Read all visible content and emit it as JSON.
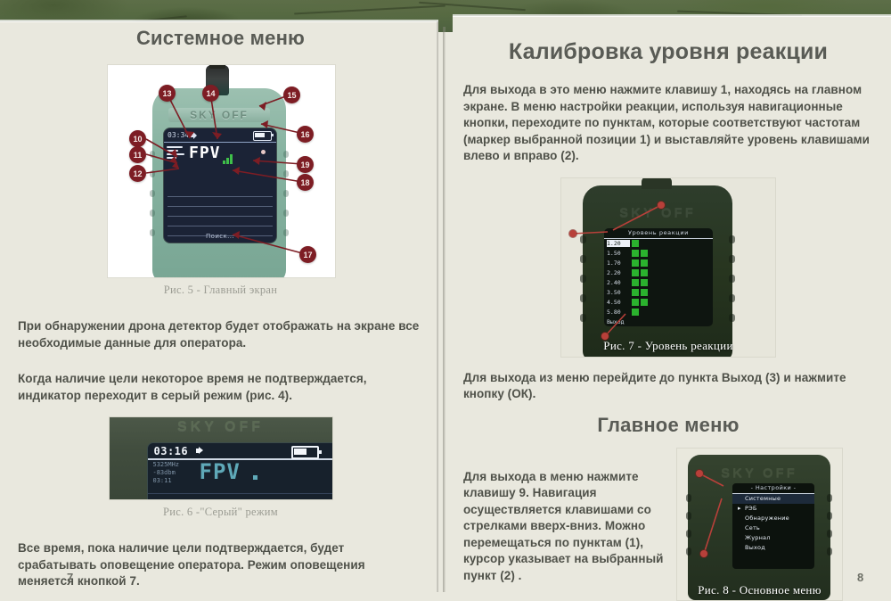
{
  "left_page": {
    "number": "7",
    "title": "Системное меню",
    "figure5": {
      "caption": "Рис. 5 - Главный экран",
      "callouts": [
        "10",
        "11",
        "12",
        "13",
        "14",
        "15",
        "16",
        "17",
        "18",
        "19"
      ],
      "device_brand": "SKY OFF",
      "screen": {
        "time": "03:34",
        "label": "FPV",
        "status": "Поиск..."
      }
    },
    "paragraphs": [
      "При обнаружении дрона детектор будет отображать на экране все необходимые данные для оператора.",
      "Когда наличие цели некоторое время не подтверждается, индикатор переходит в серый режим (рис. 4)."
    ],
    "figure6": {
      "caption": "Рис. 6 -\"Серый\" режим",
      "device_brand": "SKY OFF",
      "screen": {
        "time": "03:16",
        "freq": "5325MHz",
        "level": "-83dbm",
        "detected_at": "03:11",
        "label": "FPV"
      }
    },
    "paragraph_bottom": "Все время, пока наличие цели подтверждается, будет срабатывать оповещение оператора. Режим оповещения меняется кнопкой 7."
  },
  "right_page": {
    "number": "8",
    "title": "Калибровка уровня реакции",
    "paragraph_top": "Для выхода в это меню нажмите клавишу 1, находясь на главном экране. В меню настройки реакции, используя навигационные кнопки, переходите по пунктам, которые соответствуют частотам (маркер выбранной позиции 1) и выставляйте уровень клавишами влево и вправо (2).",
    "figure7": {
      "caption": "Рис. 7 - Уровень реакции",
      "device_brand": "SKY OFF",
      "screen_title": "Уровень реакции",
      "rows": [
        {
          "label": "1.20",
          "cells": 1,
          "selected": true
        },
        {
          "label": "1.50",
          "cells": 2,
          "selected": false
        },
        {
          "label": "1.70",
          "cells": 2,
          "selected": false
        },
        {
          "label": "2.20",
          "cells": 2,
          "selected": false
        },
        {
          "label": "2.40",
          "cells": 2,
          "selected": false
        },
        {
          "label": "3.50",
          "cells": 2,
          "selected": false
        },
        {
          "label": "4.50",
          "cells": 2,
          "selected": false
        },
        {
          "label": "5.80",
          "cells": 1,
          "selected": false
        }
      ],
      "exit_label": "Выход"
    },
    "paragraph_mid": "Для выхода из меню перейдите до пункта Выход (3) и нажмите кнопку (ОК).",
    "subtitle": "Главное меню",
    "paragraph_bottom": "Для выхода в меню нажмите клавишу 9. Навигация осуществляется клавишами со стрелками вверх-вниз. Можно перемещаться по пунктам (1), курсор указывает на выбранный пункт (2) .",
    "figure8": {
      "caption": "Рис. 8 - Основное меню",
      "device_brand": "SKY OFF",
      "screen_title": "- Настройки -",
      "menu_items": [
        "Системные",
        "РЭБ",
        "Обнаружение",
        "Сеть",
        "Журнал",
        "Выход"
      ],
      "cursor_glyph": "▸"
    }
  },
  "colors": {
    "paper": "#e9e8de",
    "heading": "#595b55",
    "body_text": "#4f5149",
    "caption": "#9b9c93",
    "callout_bubble": "#7d1d24",
    "callout_dot": "#b8403a",
    "signal_green": "#2bb22e",
    "camo_green": "#566a42"
  }
}
